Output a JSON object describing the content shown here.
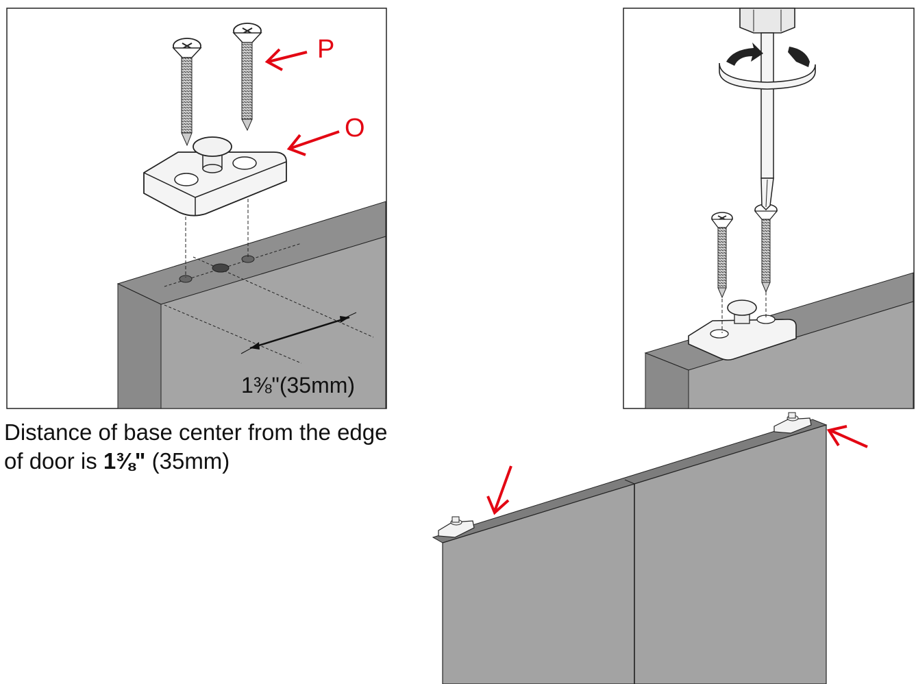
{
  "labels": {
    "screw_label": "P",
    "base_label": "O",
    "dimension_label": "1⅜\"(35mm)"
  },
  "caption": {
    "line1": "Distance of base center from the edge",
    "line2_prefix": "of door is ",
    "line2_fraction": "1⅜\"",
    "line2_suffix": " (35mm)"
  },
  "colors": {
    "door_face": "#a3a3a3",
    "door_top": "#8c8c8c",
    "door_edge": "#6e6e6e",
    "arrow_red": "#e30613",
    "outline": "#222222"
  },
  "icons": [
    "screw-icon",
    "base-plate-icon",
    "screwdriver-icon",
    "rotation-arrow-icon",
    "red-arrow-icon"
  ]
}
